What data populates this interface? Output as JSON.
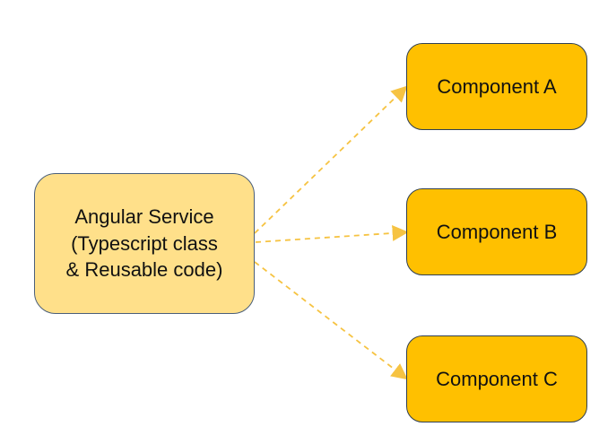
{
  "service": {
    "line1": "Angular Service",
    "line2": "(Typescript class",
    "line3": "& Reusable code)"
  },
  "components": [
    {
      "label": "Component A"
    },
    {
      "label": "Component B"
    },
    {
      "label": "Component C"
    }
  ],
  "colors": {
    "service_fill": "#ffe08a",
    "component_fill": "#ffc000",
    "arrow": "#f6c342",
    "border": "#2f3f52"
  }
}
